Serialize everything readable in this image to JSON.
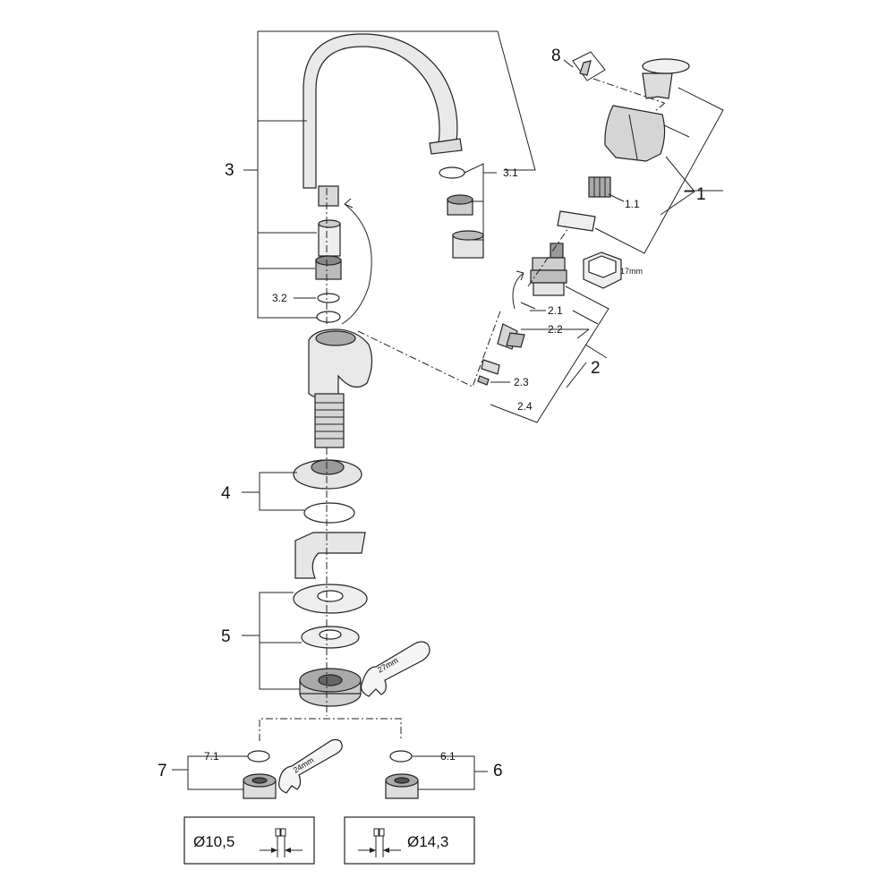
{
  "callouts": {
    "c1": "1",
    "c1_1": "1.1",
    "c2": "2",
    "c2_1": "2.1",
    "c2_2": "2.2",
    "c2_3": "2.3",
    "c2_4": "2.4",
    "c3": "3",
    "c3_1": "3.1",
    "c3_2": "3.2",
    "c4": "4",
    "c5": "5",
    "c6": "6",
    "c6_1": "6.1",
    "c7": "7",
    "c7_1": "7.1",
    "c8": "8"
  },
  "tools": {
    "wrench_small": "17mm",
    "wrench_large": "27mm",
    "wrench_medium": "24mm"
  },
  "pipes": {
    "left": "Ø10,5",
    "right": "Ø14,3"
  }
}
